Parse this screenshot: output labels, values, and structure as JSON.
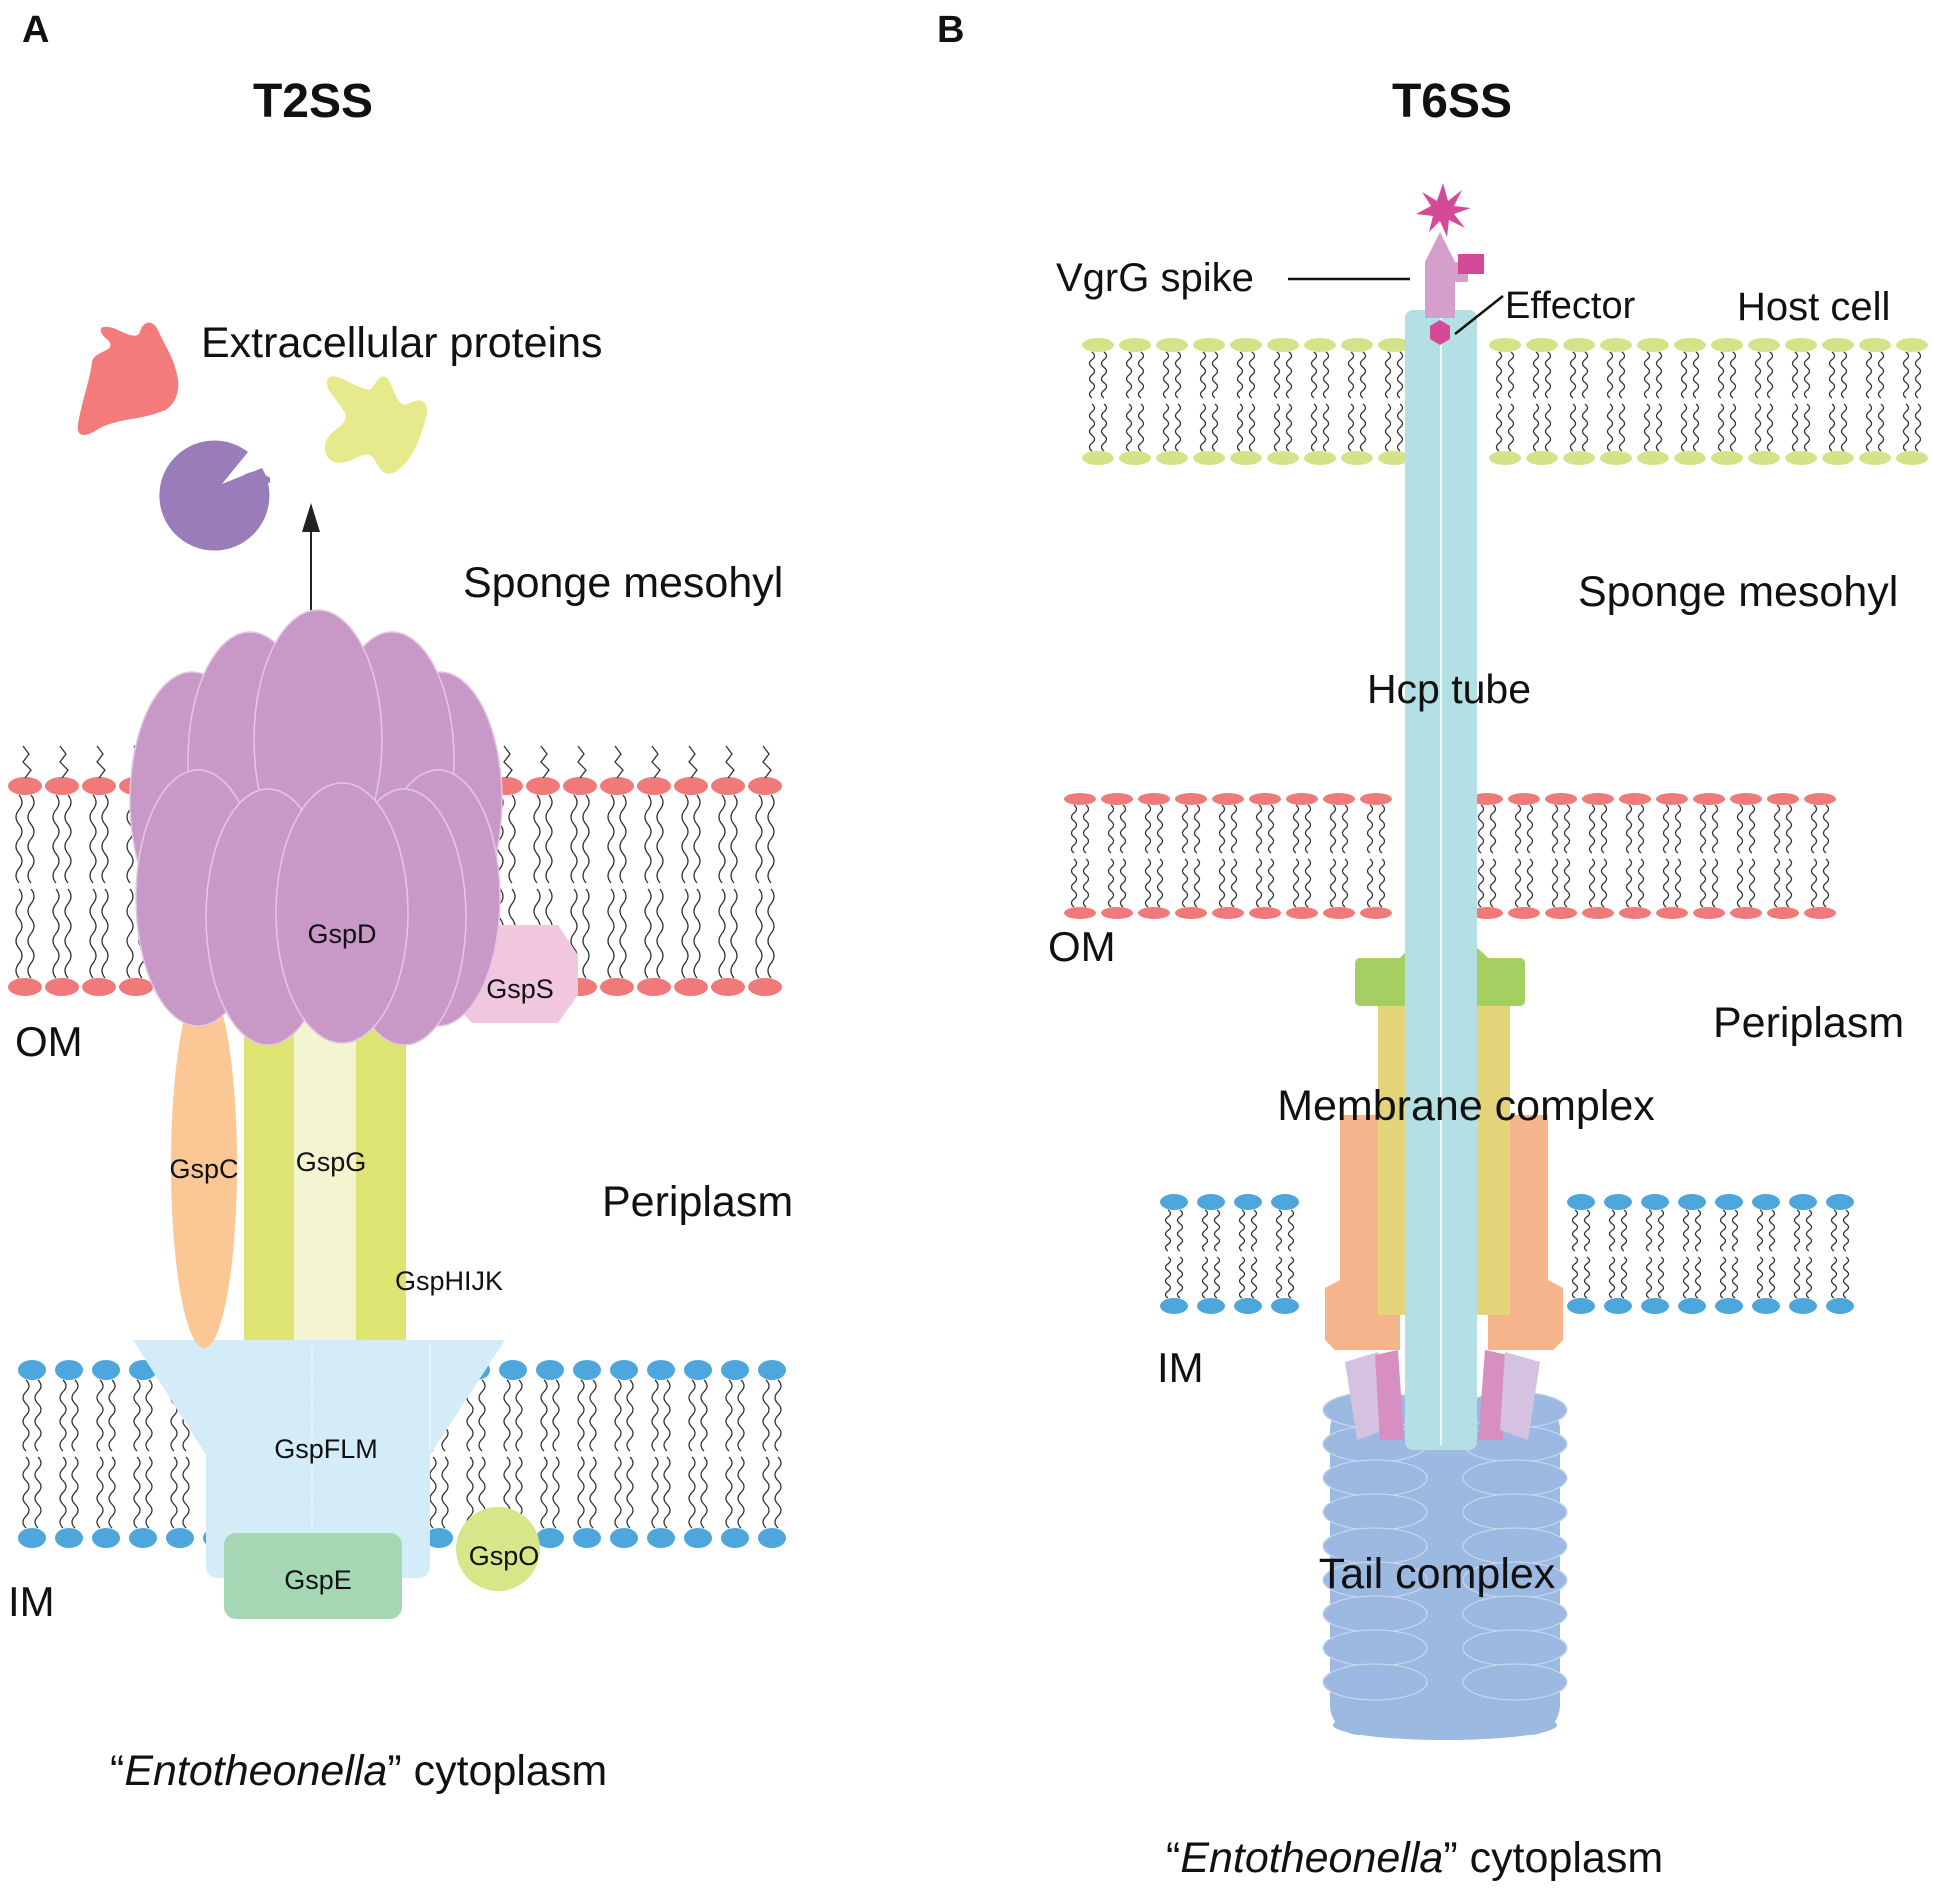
{
  "panel_a": {
    "letter": "A",
    "title": "T2SS",
    "extracellular": "Extracellular proteins",
    "mesohyl": "Sponge mesohyl",
    "om": "OM",
    "periplasm": "Periplasm",
    "im": "IM",
    "proteins": {
      "gspd": "GspD",
      "gsps": "GspS",
      "gspc": "GspC",
      "gspg": "GspG",
      "gsphijk": "GspHIJK",
      "gspflm": "GspFLM",
      "gspe": "GspE",
      "gspo": "GspO"
    },
    "cytoplasm_italic": "Entotheonella",
    "cytoplasm_rest": " cytoplasm"
  },
  "panel_b": {
    "letter": "B",
    "title": "T6SS",
    "vgrg": "VgrG spike",
    "effector": "Effector",
    "host_cell": "Host cell",
    "mesohyl": "Sponge mesohyl",
    "hcp": "Hcp tube",
    "om": "OM",
    "periplasm": "Periplasm",
    "membrane_complex": "Membrane complex",
    "im": "IM",
    "tail_complex": "Tail complex",
    "cytoplasm_italic": "Entotheonella",
    "cytoplasm_rest": " cytoplasm"
  },
  "colors": {
    "om_head": "#f07a7a",
    "im_head": "#4da6dc",
    "host_head": "#d4e38a",
    "gspd": "#c899c6",
    "gsps": "#f1c6df",
    "gspc": "#fbc794",
    "gsphijk": "#dde472",
    "gspg": "#f2f5d0",
    "gspflm": "#d4ecf7",
    "gspe": "#a5d7b5",
    "gspo": "#d7e688",
    "hcp": "#b4e0e5",
    "vgrg": "#d4a0cb",
    "effector": "#d44a98",
    "membrane_top": "#a6cf62",
    "membrane_inner": "#e4d57a",
    "membrane_outer": "#f5b48c",
    "tail": "#9cb9e1",
    "baseplate_pink": "#d68fc0",
    "baseplate_lilac": "#d4c2e0",
    "ext_red": "#f47b7b",
    "ext_purple": "#9b7cbb",
    "ext_yellow": "#e7ea8c"
  }
}
